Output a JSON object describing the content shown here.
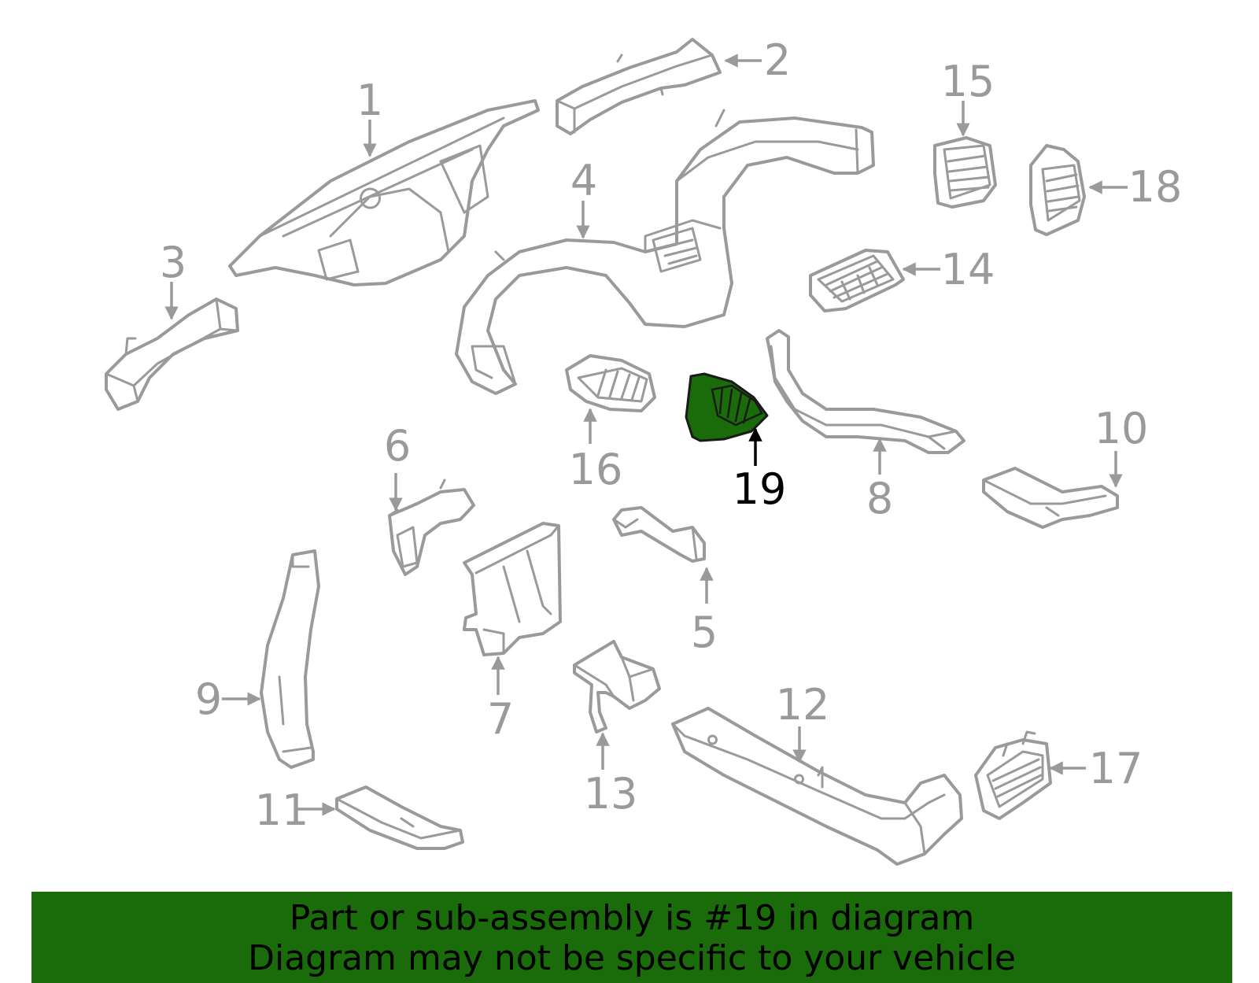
{
  "diagram": {
    "highlight_color": "#1a6b0a",
    "line_color": "#9a9a9a",
    "highlighted_callout": "19",
    "callouts": [
      "1",
      "2",
      "3",
      "4",
      "5",
      "6",
      "7",
      "8",
      "9",
      "10",
      "11",
      "12",
      "13",
      "14",
      "15",
      "16",
      "17",
      "18",
      "19"
    ]
  },
  "banner": {
    "line1": "Part or sub-assembly is #19 in diagram",
    "line2": "Diagram may not be specific to your vehicle",
    "background": "#1a6b0a"
  }
}
